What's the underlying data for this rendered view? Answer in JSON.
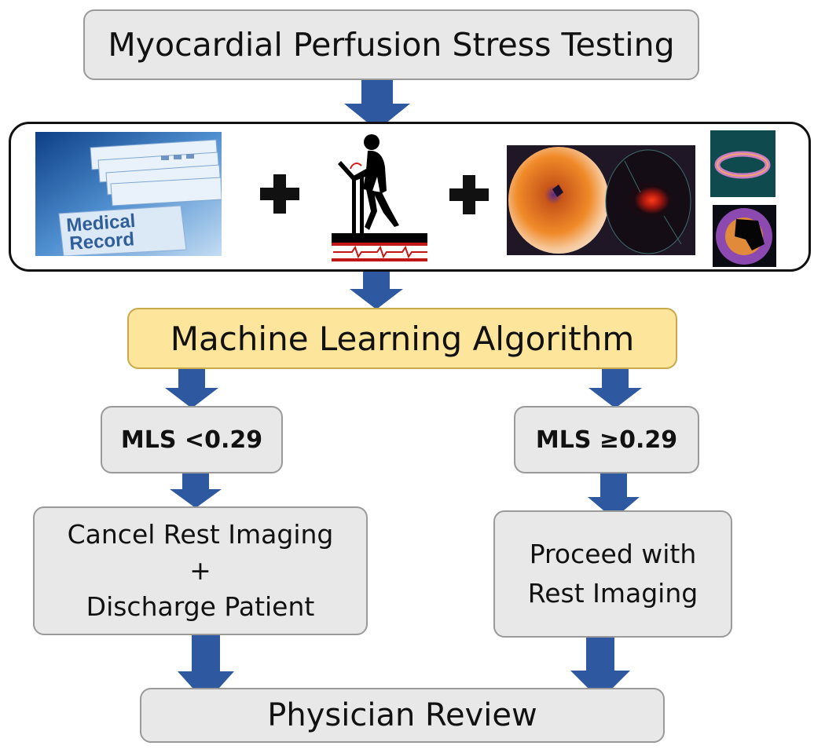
{
  "flow": {
    "start": "Myocardial Perfusion Stress Testing",
    "algorithm": "Machine Learning Algorithm",
    "low_threshold": "MLS <0.29",
    "high_threshold": "MLS ≥0.29",
    "low_action": [
      "Cancel Rest Imaging",
      "+",
      "Discharge Patient"
    ],
    "high_action": [
      "Proceed with",
      "Rest Imaging"
    ],
    "end": "Physician Review"
  },
  "inputs": {
    "record_label": [
      "Medical",
      "Record"
    ]
  },
  "colors": {
    "arrow": "#2e59a1",
    "box_fill": "#e8e8e8",
    "algorithm_fill": "#fde59b"
  }
}
